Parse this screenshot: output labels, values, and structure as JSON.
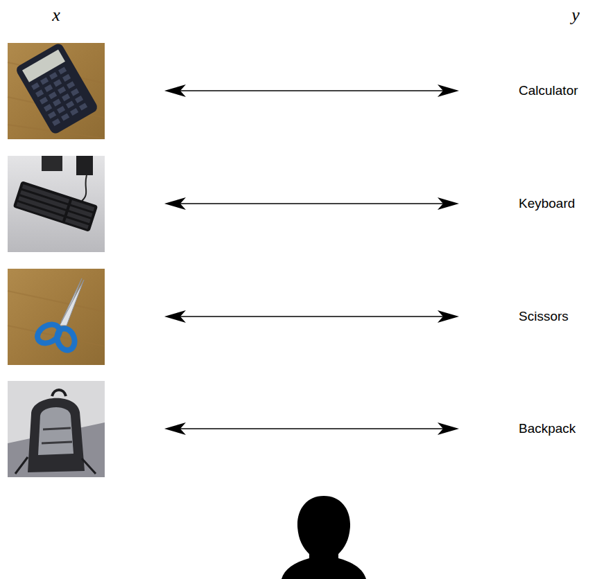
{
  "diagram": {
    "labels": [
      "x",
      "y",
      "Calculator",
      "Keyboard",
      "Scissors",
      "Backpack"
    ]
  }
}
